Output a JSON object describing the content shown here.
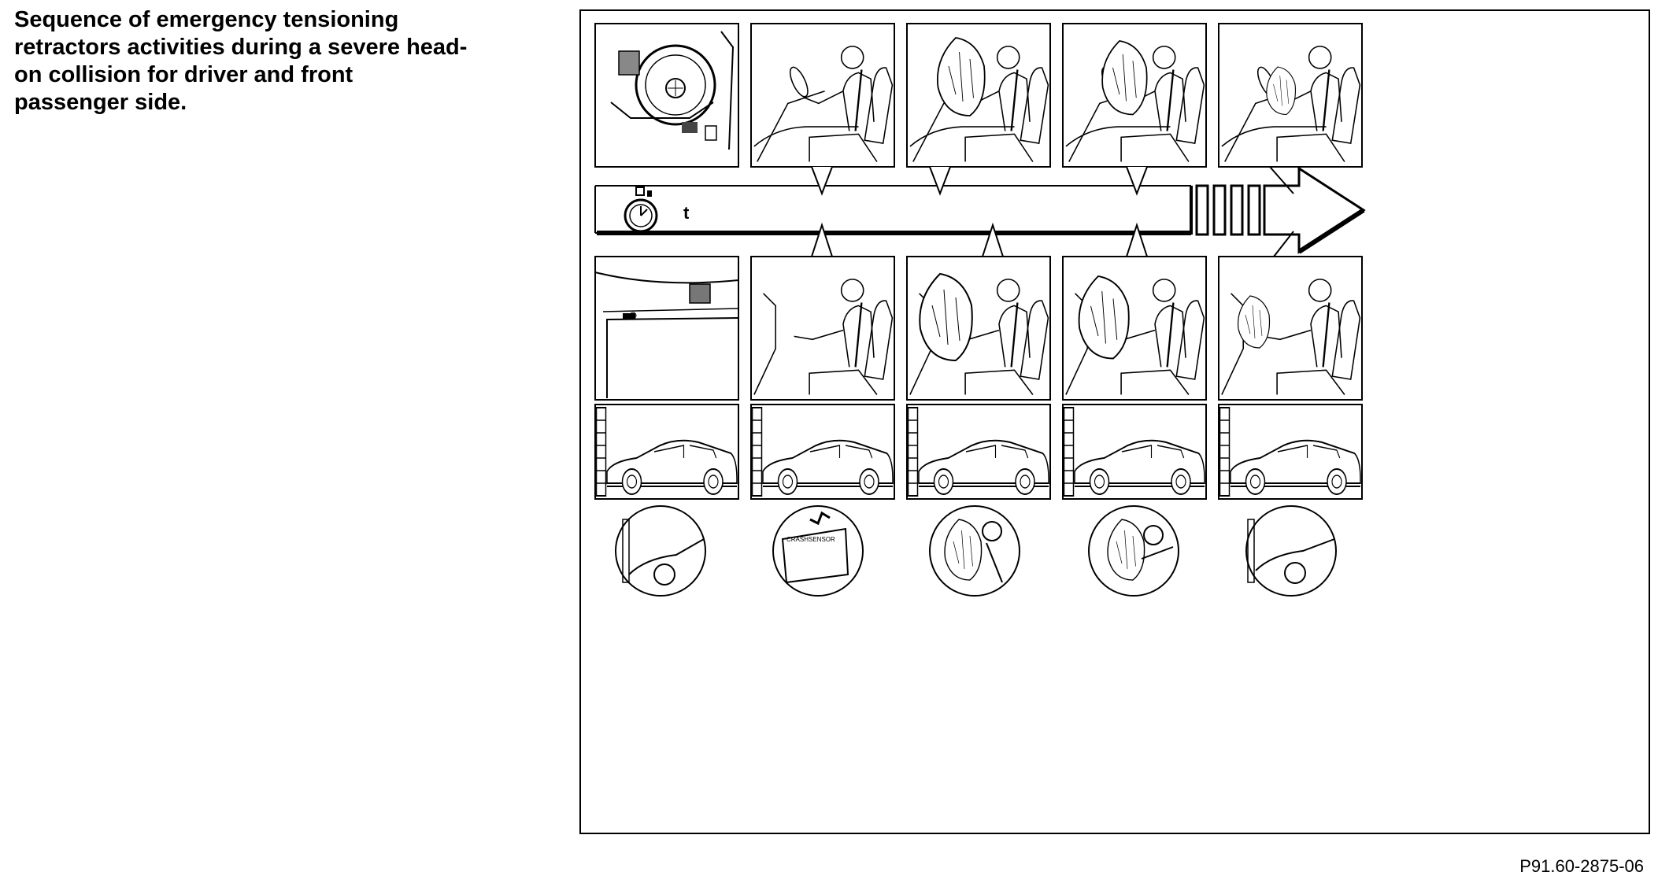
{
  "caption": "Sequence of emergency tensioning\nretractors activities during a severe head-\non collision for driver and front\npassenger side.",
  "timeline": {
    "time_label": "t"
  },
  "detail": {
    "crash_sensor_label": "CRASHSENSOR"
  },
  "figure_code": "P91.60-2875-06"
}
